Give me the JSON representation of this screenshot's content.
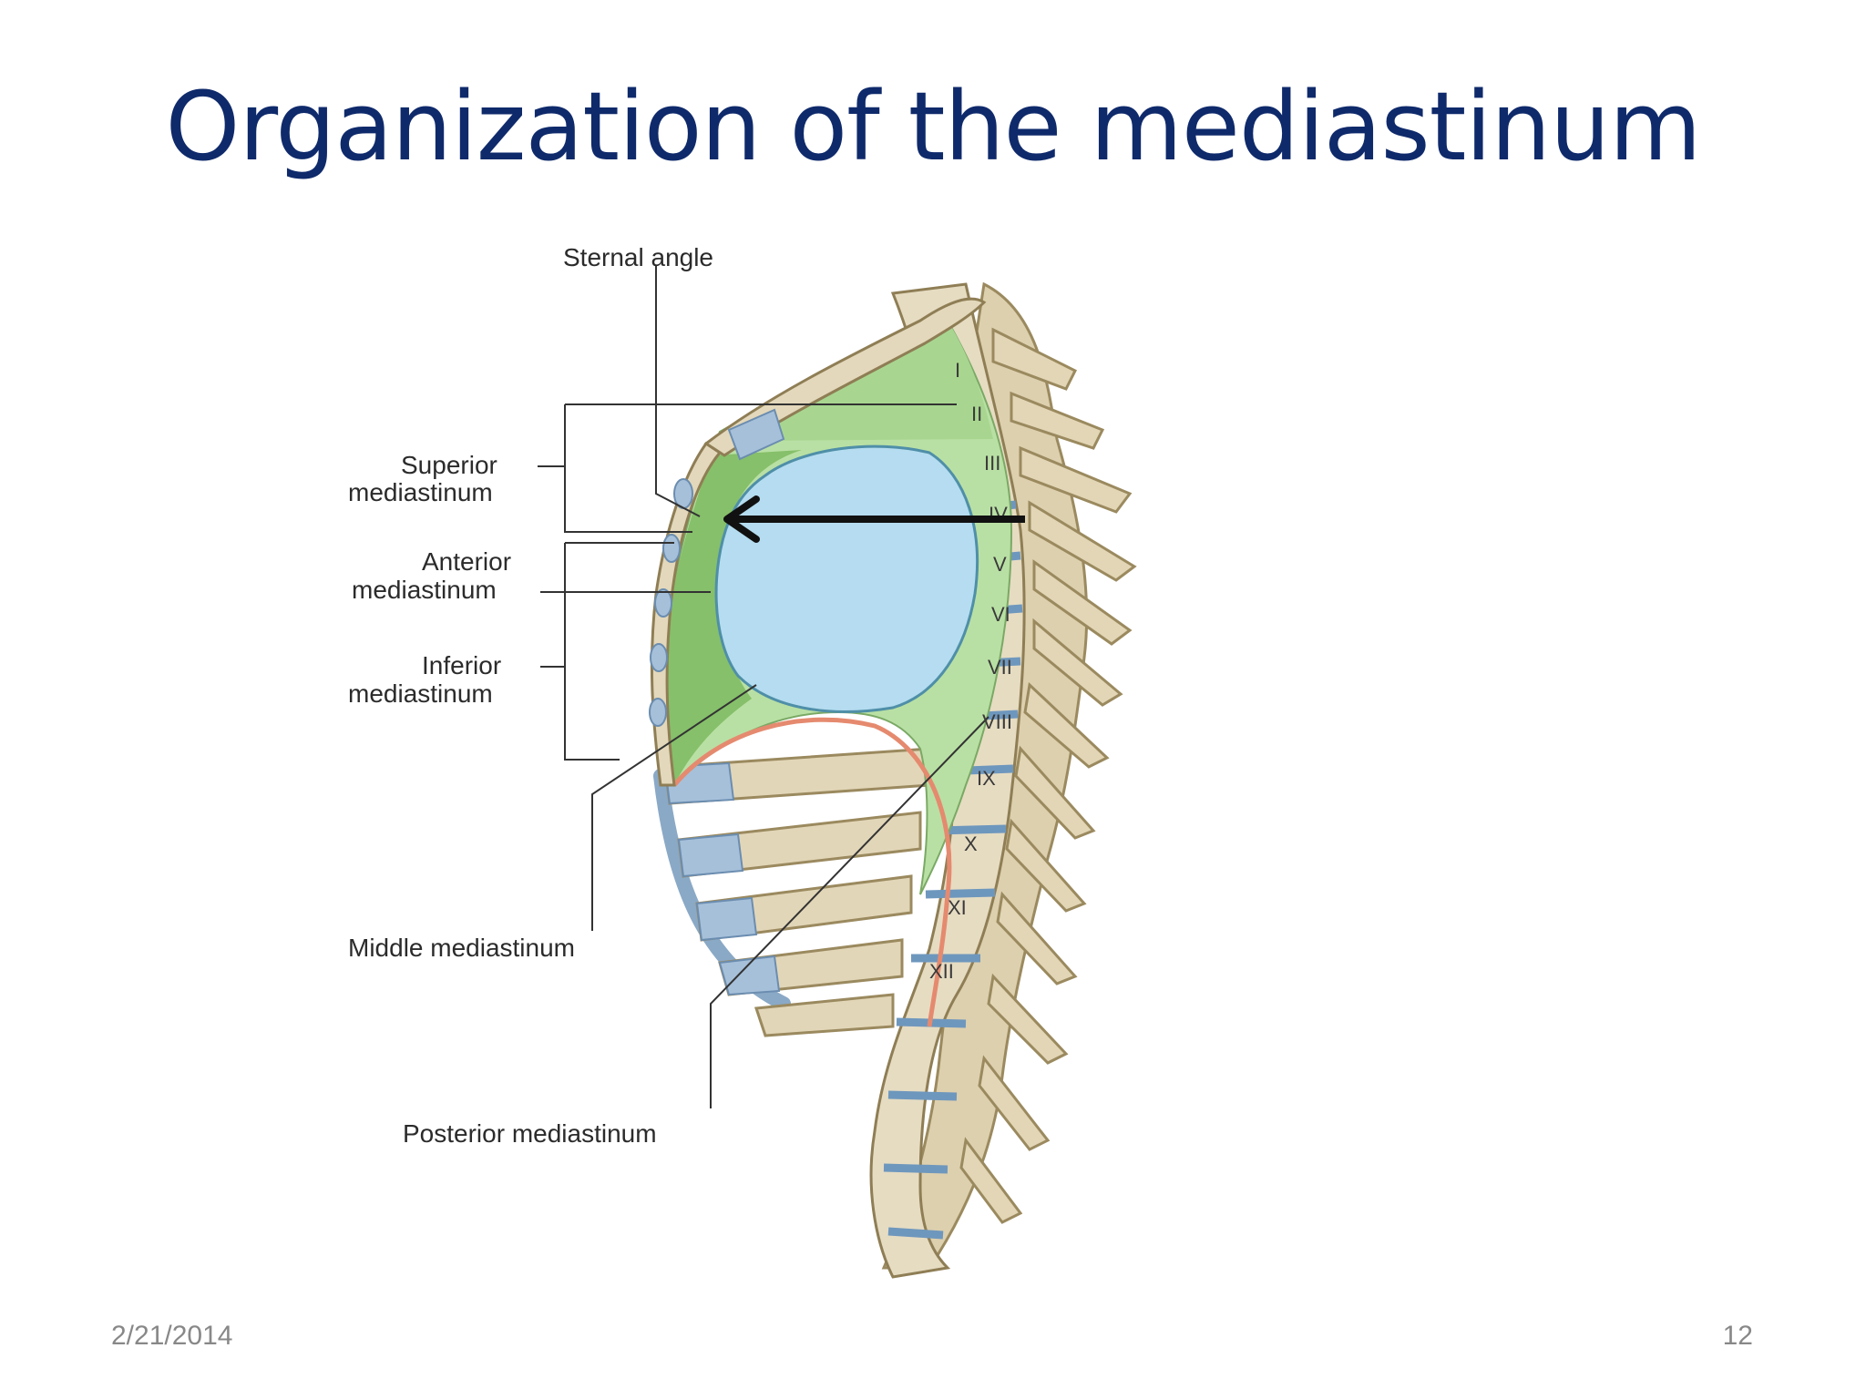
{
  "slide": {
    "title": "Organization of the mediastinum",
    "date": "2/21/2014",
    "page_number": "12"
  },
  "diagram": {
    "labels": {
      "sternal_angle": "Sternal angle",
      "superior_1": "Superior",
      "superior_2": "mediastinum",
      "anterior_1": "Anterior",
      "anterior_2": "mediastinum",
      "inferior_1": "Inferior",
      "inferior_2": "mediastinum",
      "middle": "Middle mediastinum",
      "posterior": "Posterior mediastinum"
    },
    "vertebra_numerals": [
      "I",
      "II",
      "III",
      "IV",
      "V",
      "VI",
      "VII",
      "VIII",
      "IX",
      "X",
      "XI",
      "XII"
    ],
    "colors": {
      "bone": "#e6dcc2",
      "cartilage": "#a9c3dc",
      "anterior_region": "#86c06a",
      "mediastinum_region": "#b9e0a4",
      "middle_region": "#b5dcf0",
      "diaphragm": "#e58a6f",
      "arrow": "#111111"
    }
  }
}
